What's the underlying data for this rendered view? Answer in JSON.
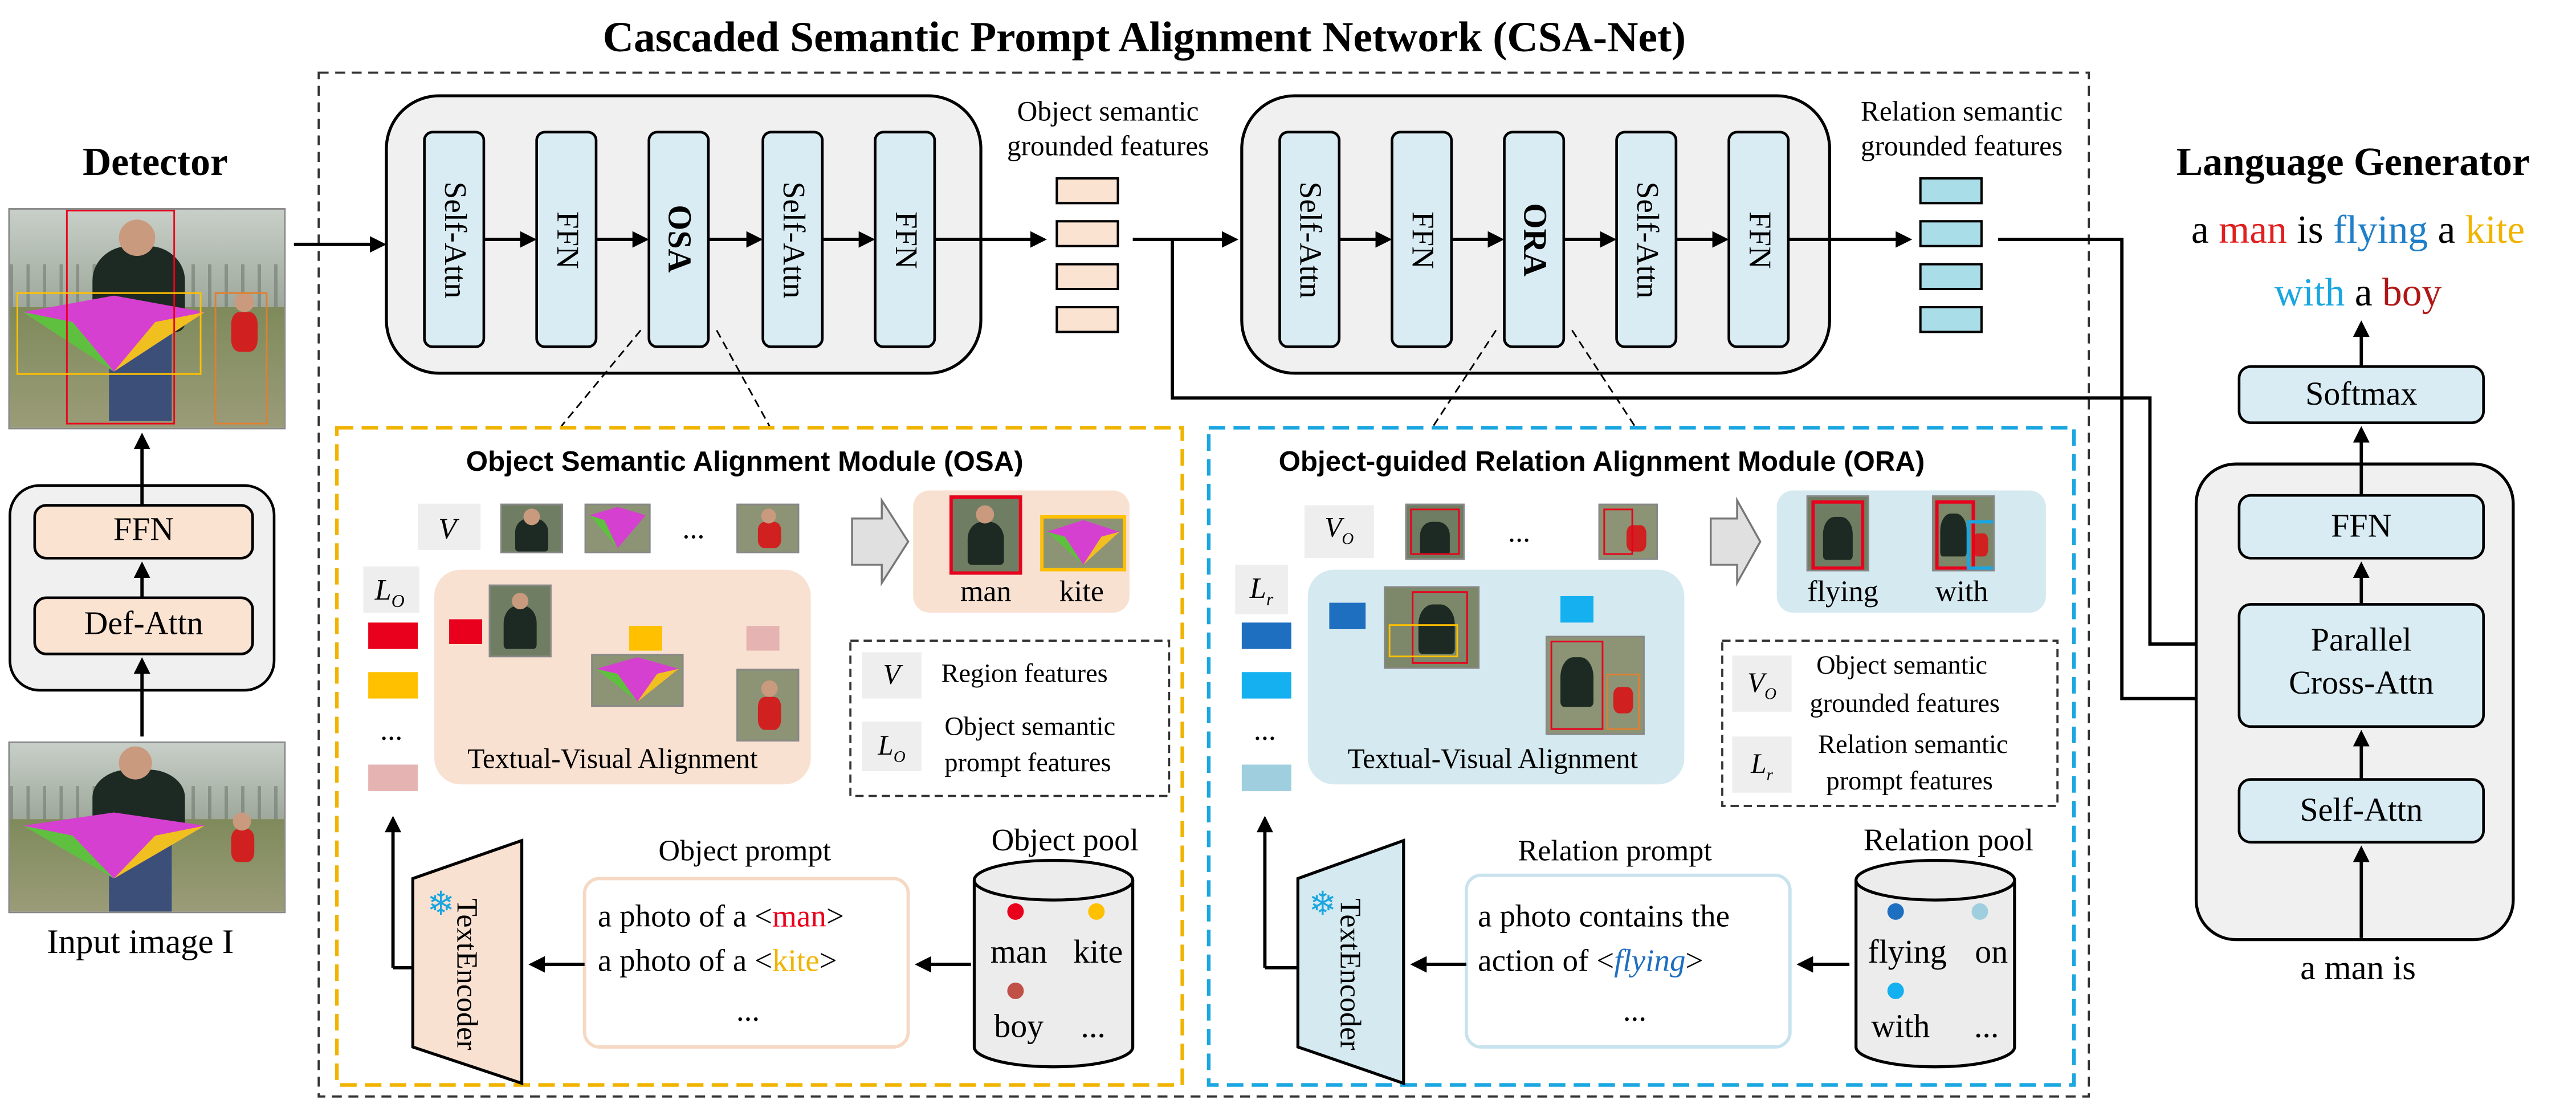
{
  "title": "Cascaded Semantic Prompt Alignment Network (CSA-Net)",
  "detector": {
    "title": "Detector",
    "ffn": "FFN",
    "def_attn": "Def-Attn",
    "input_label": "Input image I"
  },
  "block1": {
    "layers": [
      "Self-Attn",
      "FFN",
      "OSA",
      "Self-Attn",
      "FFN"
    ],
    "out_label_line1": "Object semantic",
    "out_label_line2": "grounded features"
  },
  "block2": {
    "layers": [
      "Self-Attn",
      "FFN",
      "ORA",
      "Self-Attn",
      "FFN"
    ],
    "out_label_line1": "Relation semantic",
    "out_label_line2": "grounded features"
  },
  "generator": {
    "title": "Language Generator",
    "caption_words": [
      {
        "text": "a",
        "color": "#000000"
      },
      {
        "text": "man",
        "color": "#e02020"
      },
      {
        "text": "is",
        "color": "#000000"
      },
      {
        "text": "flying",
        "color": "#1f7fc8"
      },
      {
        "text": "a",
        "color": "#000000"
      },
      {
        "text": "kite",
        "color": "#f0b400"
      },
      {
        "text": "with",
        "color": "#1aa6e0"
      },
      {
        "text": "a",
        "color": "#000000"
      },
      {
        "text": "boy",
        "color": "#b01818"
      }
    ],
    "softmax": "Softmax",
    "ffn": "FFN",
    "cross_attn_line1": "Parallel",
    "cross_attn_line2": "Cross-Attn",
    "self_attn": "Self-Attn",
    "input_text": "a man is"
  },
  "osa": {
    "title": "Object Semantic Alignment Module (OSA)",
    "v_label": "V",
    "ellipsis": "...",
    "lo_label": "L",
    "lo_sub": "O",
    "alignment_label": "Textual-Visual Alignment",
    "result_words": [
      "man",
      "kite"
    ],
    "legend": [
      {
        "sym": "V",
        "sub": "",
        "text1": "Region features",
        "text2": ""
      },
      {
        "sym": "L",
        "sub": "O",
        "text1": "Object semantic",
        "text2": "prompt features"
      }
    ],
    "encoder_line1": "Text",
    "encoder_line2": "Encoder",
    "prompt_title": "Object prompt",
    "prompt_line1_prefix": "a photo of a <",
    "prompt_line1_word": "man",
    "prompt_line2_prefix": "a photo of a <",
    "prompt_line2_word": "kite",
    "prompt_suffix": ">",
    "pool_title": "Object pool",
    "pool_items": [
      "man",
      "kite",
      "boy",
      "..."
    ],
    "colors": {
      "accent": "#f0b400",
      "fill": "#f9e1d2",
      "red": "#e8001c",
      "yellow": "#ffc000",
      "pink": "#e6b3b3"
    }
  },
  "ora": {
    "title": "Object-guided Relation Alignment Module (ORA)",
    "vo_label": "V",
    "vo_sub": "O",
    "ellipsis": "...",
    "lr_label": "L",
    "lr_sub": "r",
    "alignment_label": "Textual-Visual Alignment",
    "result_words": [
      "flying",
      "with"
    ],
    "legend": [
      {
        "sym": "V",
        "sub": "O",
        "text1": "Object semantic",
        "text2": "grounded features"
      },
      {
        "sym": "L",
        "sub": "r",
        "text1": "Relation semantic",
        "text2": "prompt features"
      }
    ],
    "encoder_line1": "Text",
    "encoder_line2": "Encoder",
    "prompt_title": "Relation prompt",
    "prompt_line1": "a photo contains the",
    "prompt_line2_prefix": "action of  <",
    "prompt_line2_word": "flying",
    "prompt_suffix": ">",
    "pool_title": "Relation pool",
    "pool_items": [
      "flying",
      "on",
      "with",
      "..."
    ],
    "colors": {
      "accent": "#1aa6e0",
      "fill": "#d5e9f0",
      "blue1": "#1f6fc0",
      "blue2": "#14b0ef",
      "blue3": "#9fcfdf"
    }
  },
  "ellipsis_mid": "...",
  "colors": {
    "layer_fill": "#d9ecf3",
    "block_fill": "#f0f0f0",
    "peach": "#fbe3d2",
    "teal": "#a9dde7"
  }
}
